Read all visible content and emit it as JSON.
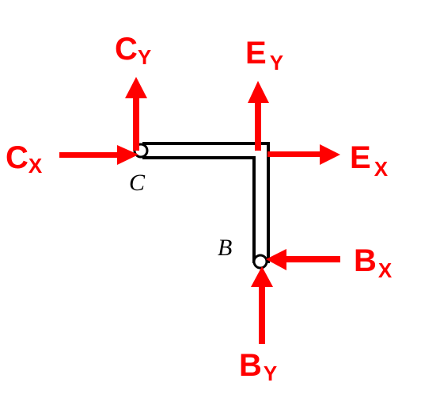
{
  "colors": {
    "force": "#ff0000",
    "member": "#000000",
    "background": "#ffffff"
  },
  "points": {
    "C": "C",
    "B": "B"
  },
  "forces": {
    "cx": {
      "main": "C",
      "sub": "X"
    },
    "cy": {
      "main": "C",
      "sub": "Y"
    },
    "ey": {
      "main": "E",
      "sub": "Y"
    },
    "ex": {
      "main": "E",
      "sub": "X"
    },
    "bx": {
      "main": "B",
      "sub": "X"
    },
    "by": {
      "main": "B",
      "sub": "Y"
    }
  }
}
